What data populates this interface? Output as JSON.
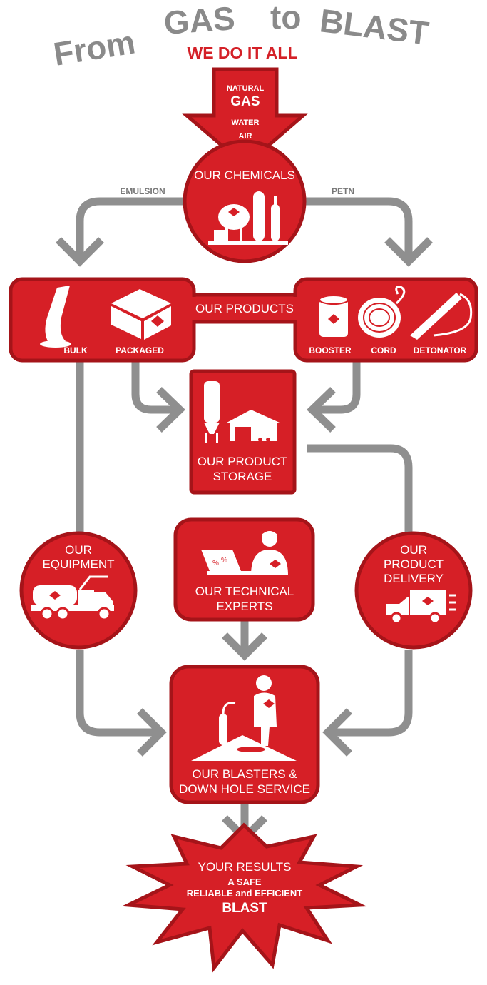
{
  "header": {
    "title_part1": "From",
    "title_part2": "GAS",
    "title_part3": "to",
    "title_part4": "BLAST",
    "subtitle": "WE DO IT ALL"
  },
  "inputs": {
    "line1": "NATURAL",
    "line2": "GAS",
    "line3": "WATER",
    "line4": "AIR"
  },
  "chemicals": {
    "label": "OUR CHEMICALS"
  },
  "branches": {
    "left": "EMULSION",
    "right": "PETN"
  },
  "products": {
    "label": "OUR PRODUCTS",
    "items": [
      "BULK",
      "PACKAGED",
      "BOOSTER",
      "CORD",
      "DETONATOR"
    ]
  },
  "storage": {
    "line1": "OUR PRODUCT",
    "line2": "STORAGE"
  },
  "equipment": {
    "line1": "OUR",
    "line2": "EQUIPMENT"
  },
  "technical": {
    "line1": "OUR TECHNICAL",
    "line2": "EXPERTS"
  },
  "delivery": {
    "line1": "OUR",
    "line2": "PRODUCT",
    "line3": "DELIVERY"
  },
  "blasters": {
    "line1": "OUR BLASTERS &",
    "line2": "DOWN HOLE SERVICE"
  },
  "results": {
    "line1": "YOUR RESULTS",
    "line2": "A SAFE",
    "line3": "RELIABLE and EFFICIENT",
    "line4": "BLAST"
  },
  "colors": {
    "red": "#d61f26",
    "dark_red": "#a51419",
    "grey": "#8f8f8f",
    "title_grey": "#8a8a8a"
  }
}
